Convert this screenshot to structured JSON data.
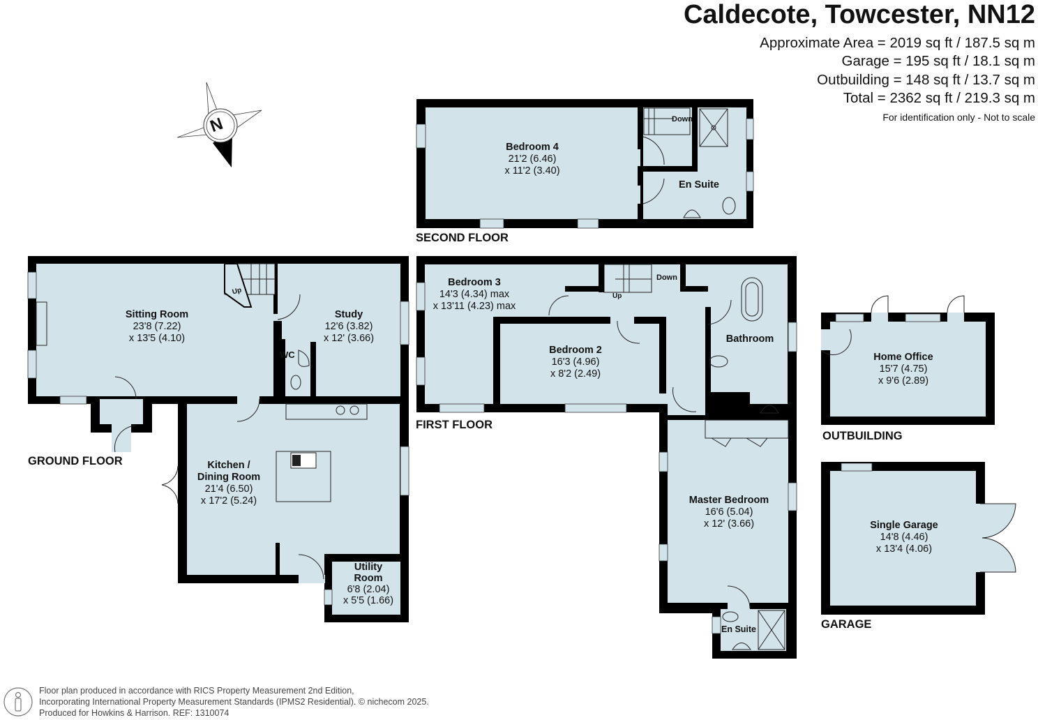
{
  "header": {
    "title": "Caldecote, Towcester, NN12",
    "areas": [
      "Approximate Area = 2019 sq ft / 187.5 sq m",
      "Garage = 195  sq ft / 18.1 sq m",
      "Outbuilding = 148 sq ft / 13.7 sq m",
      "Total = 2362 sq ft / 219.3 sq m"
    ],
    "disclaimer": "For identification only - Not to scale"
  },
  "compass": {
    "icon": "north-arrow-icon",
    "label": "N"
  },
  "colors": {
    "room_fill": "#d2e3ea",
    "wall": "#000000",
    "background": "#ffffff",
    "text": "#111111"
  },
  "floors": {
    "second": {
      "label": "SECOND FLOOR",
      "rooms": [
        {
          "name": "Bedroom 4",
          "dim1": "21'2 (6.46)",
          "dim2": "x 11'2 (3.40)"
        },
        {
          "name": "En Suite"
        }
      ],
      "stairs_label": "Down"
    },
    "first": {
      "label": "FIRST FLOOR",
      "rooms": [
        {
          "name": "Bedroom 3",
          "dim1": "14'3 (4.34) max",
          "dim2": "x 13'11 (4.23) max"
        },
        {
          "name": "Bedroom 2",
          "dim1": "16'3 (4.96)",
          "dim2": "x 8'2 (2.49)"
        },
        {
          "name": "Bathroom"
        },
        {
          "name": "Master Bedroom",
          "dim1": "16'6 (5.04)",
          "dim2": "x 12' (3.66)"
        },
        {
          "name": "En Suite"
        }
      ],
      "stairs_down": "Down",
      "stairs_up": "Up"
    },
    "ground": {
      "label": "GROUND FLOOR",
      "rooms": [
        {
          "name": "Sitting Room",
          "dim1": "23'8 (7.22)",
          "dim2": "x 13'5 (4.10)"
        },
        {
          "name": "Study",
          "dim1": "12'6 (3.82)",
          "dim2": "x 12' (3.66)"
        },
        {
          "name": "WC"
        },
        {
          "name": "Kitchen /",
          "name2": "Dining Room",
          "dim1": "21'4 (6.50)",
          "dim2": "x 17'2 (5.24)"
        },
        {
          "name": "Utility",
          "name2": "Room",
          "dim1": "6'8 (2.04)",
          "dim2": "x 5'5 (1.66)"
        }
      ],
      "stairs_up": "Up"
    },
    "outbuilding": {
      "label": "OUTBUILDING",
      "rooms": [
        {
          "name": "Home Office",
          "dim1": "15'7 (4.75)",
          "dim2": "x 9'6 (2.89)"
        }
      ]
    },
    "garage": {
      "label": "GARAGE",
      "rooms": [
        {
          "name": "Single Garage",
          "dim1": "14'8 (4.46)",
          "dim2": "x 13'4 (4.06)"
        }
      ]
    }
  },
  "footer": {
    "lines": [
      "Floor plan produced in accordance with RICS Property Measurement 2nd Edition,",
      "Incorporating International Property Measurement Standards (IPMS2 Residential).   © nichecom 2025.",
      "Produced for Howkins & Harrison.   REF: 1310074"
    ]
  }
}
